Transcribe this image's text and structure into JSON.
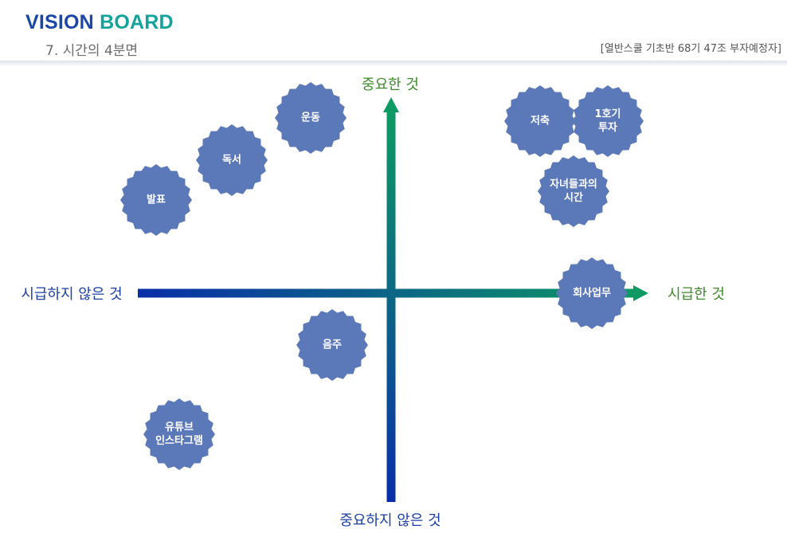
{
  "header": {
    "brand_part1": "VISION",
    "brand_part2": "BOARD",
    "subtitle": "7. 시간의 4분면",
    "tag": "[열반스쿨 기초반 68기 47조 부자예정자]"
  },
  "colors": {
    "brand_blue": "#1b47a8",
    "brand_teal": "#13a39a",
    "axis_blue": "#0a2ea8",
    "axis_green": "#0e9a63",
    "label_blue": "#1c3fa6",
    "label_green": "#3e8a2c",
    "item_fill": "#5b78b8"
  },
  "axes": {
    "top": "중요한 것",
    "bottom": "중요하지 않은 것",
    "left": "시급하지 않은 것",
    "right": "시급한 것"
  },
  "items": [
    {
      "id": "exercise",
      "label": "운동",
      "quadrant": "important-not-urgent"
    },
    {
      "id": "reading",
      "label": "독서",
      "quadrant": "important-not-urgent"
    },
    {
      "id": "presentation",
      "label": "발표",
      "quadrant": "important-not-urgent"
    },
    {
      "id": "savings",
      "label": "저축",
      "quadrant": "important-urgent"
    },
    {
      "id": "invest",
      "label": "1호기\n투자",
      "quadrant": "important-urgent"
    },
    {
      "id": "kids-time",
      "label": "자녀들과의\n시간",
      "quadrant": "important-urgent"
    },
    {
      "id": "work",
      "label": "회사업무",
      "quadrant": "urgent"
    },
    {
      "id": "drinking",
      "label": "음주",
      "quadrant": "not-important-not-urgent"
    },
    {
      "id": "social",
      "label": "유튜브\n인스타그램",
      "quadrant": "not-important-not-urgent"
    }
  ]
}
